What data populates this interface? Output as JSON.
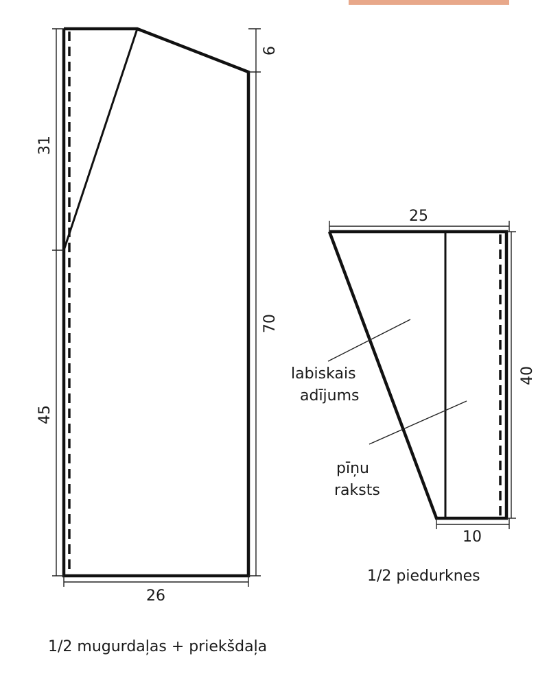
{
  "body_piece": {
    "dim_top_drop": "6",
    "dim_armhole": "31",
    "dim_lower": "45",
    "dim_total_height": "70",
    "dim_width": "26",
    "caption": "1/2 mugurdaļas + priekšdaļa"
  },
  "sleeve_piece": {
    "dim_top_width": "25",
    "dim_height": "40",
    "dim_bottom_width": "10",
    "label_stockinette_1": "labiskais",
    "label_stockinette_2": "adījums",
    "label_cable_1": "pīņu",
    "label_cable_2": "raksts",
    "caption": "1/2 piedurknes"
  },
  "colors": {
    "line": "#111111",
    "logo_strip": "#e8a88a"
  }
}
